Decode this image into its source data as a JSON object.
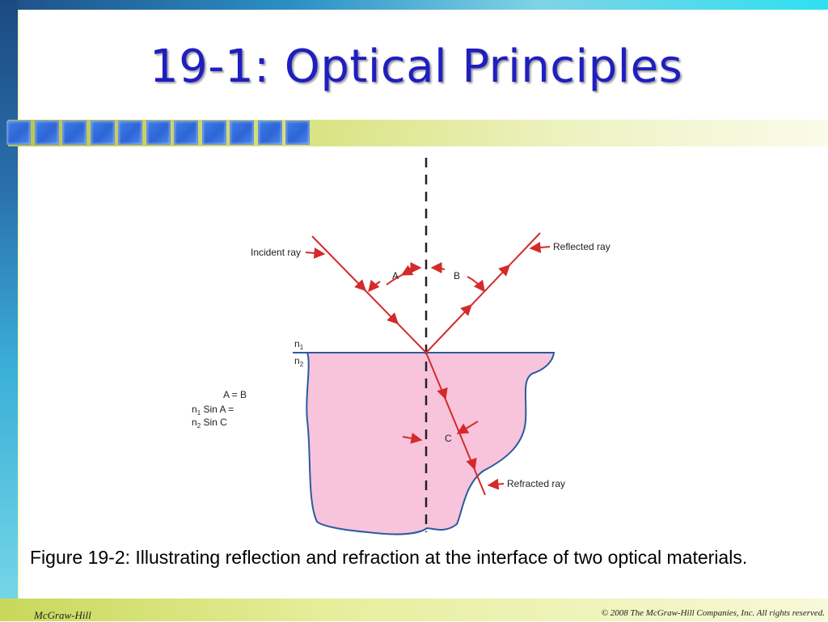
{
  "slide": {
    "title": "19-1: Optical Principles",
    "caption": "Figure 19-2: Illustrating reflection and refraction at the interface of two optical materials.",
    "footer_left": "McGraw-Hill",
    "footer_right": "© 2008 The McGraw-Hill Companies, Inc. All rights reserved."
  },
  "diagram": {
    "incident_label": "Incident ray",
    "reflected_label": "Reflected ray",
    "refracted_label": "Refracted ray",
    "angle_a": "A",
    "angle_b": "B",
    "angle_c": "C",
    "n1_base": "n",
    "n1_sub": "1",
    "n2_base": "n",
    "n2_sub": "2",
    "eq_line1": "A = B",
    "eq_line2_base": "n",
    "eq_line2_sub": "1",
    "eq_line2_rest": " Sin A =",
    "eq_line3_base": "n",
    "eq_line3_sub": "2",
    "eq_line3_rest": " Sin C"
  },
  "colors": {
    "ray": "#d42a2a",
    "material_fill": "#f7c4dc",
    "material_edge": "#2a5aa0",
    "title": "#1f1fbf"
  }
}
